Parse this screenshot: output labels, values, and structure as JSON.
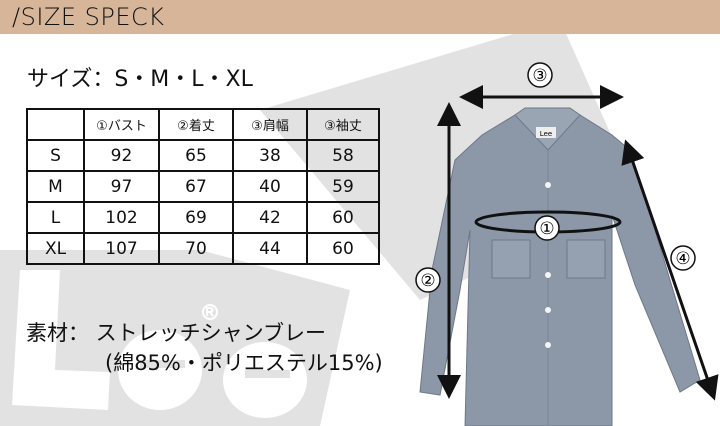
{
  "header": {
    "title": "/SIZE SPECK"
  },
  "sizes_line": "サイズ：S・M・L・XL",
  "table": {
    "headers": [
      "",
      "①バスト",
      "②着丈",
      "③肩幅",
      "③袖丈"
    ],
    "rows": [
      [
        "S",
        "92",
        "65",
        "38",
        "58"
      ],
      [
        "M",
        "97",
        "67",
        "40",
        "59"
      ],
      [
        "L",
        "102",
        "69",
        "42",
        "60"
      ],
      [
        "XL",
        "107",
        "70",
        "44",
        "60"
      ]
    ]
  },
  "material": {
    "line1": "素材：  ストレッチシャンブレー",
    "line2": "(綿85%・ポリエステル15%)"
  },
  "diagram": {
    "labels": [
      "①",
      "②",
      "③",
      "④"
    ],
    "shirt_tag": "Lee"
  },
  "watermark": "Lee®",
  "colors": {
    "header": "#d6b599",
    "shirt": "#8a96a6",
    "watermark": "#e0e0e0"
  }
}
